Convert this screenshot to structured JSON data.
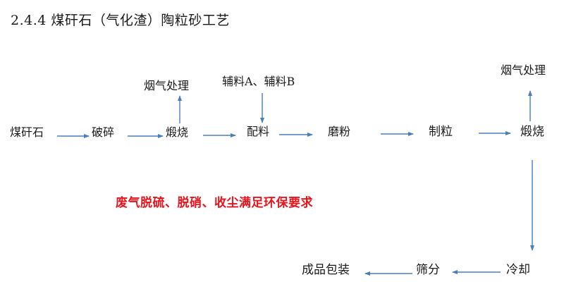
{
  "title": "2.4.4 煤矸石（气化渣）陶粒砂工艺",
  "colors": {
    "arrow": "#4a7ebb",
    "note": "#e8141c",
    "text": "#1a1a1a"
  },
  "nodes": {
    "coal_gangue": "煤矸石",
    "crushing": "破碎",
    "calcination_1": "煅烧",
    "flue_gas_1": "烟气处理",
    "auxiliary": "辅料A、辅料B",
    "batching": "配料",
    "grinding": "磨粉",
    "granulation": "制粒",
    "calcination_2": "煅烧",
    "flue_gas_2": "烟气处理",
    "cooling": "冷却",
    "screening": "筛分",
    "packaging": "成品包装"
  },
  "note": "废气脱硫、脱硝、收尘满足环保要求",
  "flow": [
    {
      "from": "煤矸石",
      "to": "破碎"
    },
    {
      "from": "破碎",
      "to": "煅烧"
    },
    {
      "from": "煅烧",
      "to": "烟气处理"
    },
    {
      "from": "辅料A、辅料B",
      "to": "配料"
    },
    {
      "from": "煅烧",
      "to": "配料"
    },
    {
      "from": "配料",
      "to": "磨粉"
    },
    {
      "from": "磨粉",
      "to": "制粒"
    },
    {
      "from": "制粒",
      "to": "煅烧"
    },
    {
      "from": "煅烧",
      "to": "烟气处理"
    },
    {
      "from": "煅烧",
      "to": "冷却"
    },
    {
      "from": "冷却",
      "to": "筛分"
    },
    {
      "from": "筛分",
      "to": "成品包装"
    }
  ]
}
